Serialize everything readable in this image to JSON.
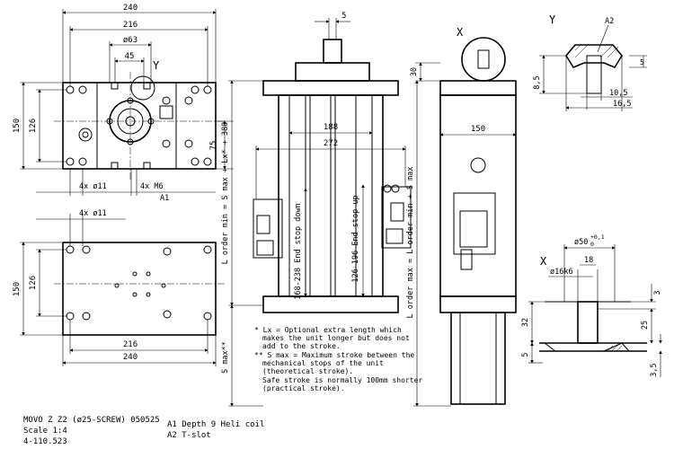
{
  "title_block": {
    "line1": "MOVO Z Z2 (ø25-SCREW) 050525",
    "line2": "Scale 1:4",
    "line3": "4-110.523",
    "note_a1": "A1 Depth 9 Heli coil",
    "note_a2": "A2 T-slot"
  },
  "top_view": {
    "d240": "240",
    "d216": "216",
    "d63": "ø63",
    "d45": "45",
    "d150": "150",
    "d126": "126",
    "d75": "75",
    "holes_a": "4x ø11",
    "holes_b": "4x M6",
    "a1": "A1",
    "y": "Y"
  },
  "bottom_view": {
    "holes": "4x ø11",
    "d150": "150",
    "d126": "126",
    "d216": "216",
    "d240": "240"
  },
  "front_view": {
    "d5": "5",
    "d188": "188",
    "d272": "272",
    "l_dim": "L order min = S max + Lx* + 380",
    "stop_down": "168-238 End stop down",
    "stop_up": "126-196 End stop up",
    "smax": "S max**"
  },
  "side_view": {
    "x": "X",
    "d30": "30",
    "d150": "150",
    "l_dim": "L order max = L order min + S max"
  },
  "detail_y": {
    "y": "Y",
    "a2": "A2",
    "d85": "8,5",
    "d105": "10,5",
    "d165": "16,5",
    "d5": "5"
  },
  "detail_x": {
    "x": "X",
    "d50": "ø50",
    "tol_up": "+0,1",
    "tol_lo": "0",
    "d18": "18",
    "d16k6": "ø16k6",
    "d3": "3",
    "d32": "32",
    "d25": "25",
    "d5": "5",
    "d35": "3,5"
  },
  "notes": {
    "n1": "* Lx = Optional extra length which",
    "n2": "makes the unit longer but does not",
    "n3": "add to the stroke.",
    "n4": "** S max = Maximum stroke between the",
    "n5": "mechanical stops of the unit",
    "n6": "(theoretical stroke).",
    "n7": "Safe stroke is normally 100mm shorter",
    "n8": "(practical stroke)."
  }
}
